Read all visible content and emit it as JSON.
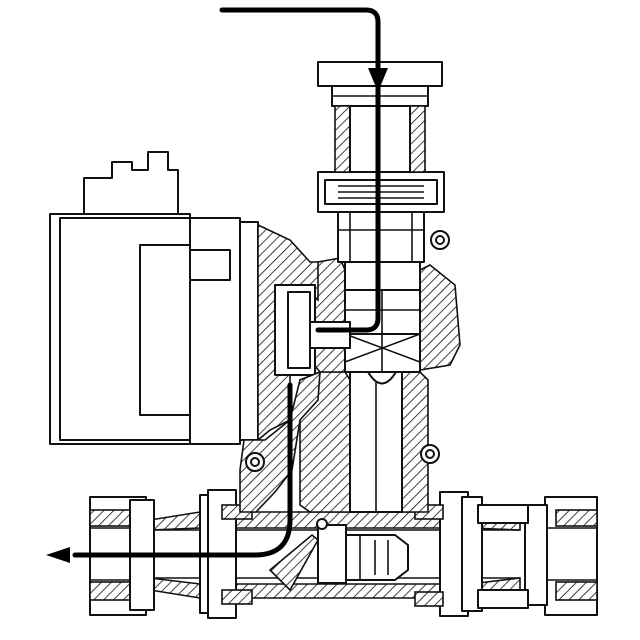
{
  "diagram": {
    "colors": {
      "line": "#111111",
      "flow_arrow": "#000000",
      "background": "#ffffff"
    },
    "components": [
      "motor-housing",
      "inlet-fitting",
      "union-nut",
      "impeller-chamber",
      "pump-body",
      "horizontal-pipe",
      "left-union",
      "right-union",
      "check-valve",
      "flow-path-arrow"
    ]
  }
}
